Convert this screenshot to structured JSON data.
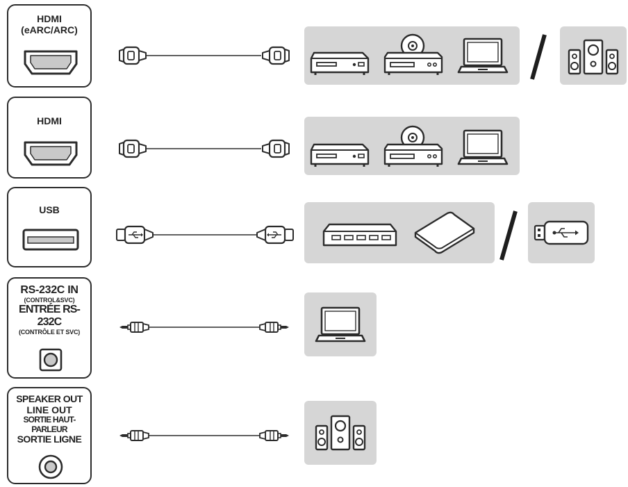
{
  "rows": [
    {
      "id": "hdmi-earc",
      "port_label": [
        "HDMI",
        "(eARC/ARC)"
      ],
      "port_type": "hdmi",
      "cable_type": "hdmi-cable",
      "devices": [
        "blu-ray-player-icon",
        "dvd-player-icon",
        "laptop-icon"
      ],
      "alt_devices": [
        "speaker-system-icon"
      ]
    },
    {
      "id": "hdmi",
      "port_label": [
        "HDMI"
      ],
      "port_type": "hdmi",
      "cable_type": "hdmi-cable",
      "devices": [
        "blu-ray-player-icon",
        "dvd-player-icon",
        "laptop-icon"
      ]
    },
    {
      "id": "usb",
      "port_label": [
        "USB"
      ],
      "port_type": "usb",
      "cable_type": "usb-cable",
      "devices": [
        "usb-hub-icon",
        "external-hard-drive-icon"
      ],
      "alt_devices": [
        "usb-flash-drive-icon"
      ]
    },
    {
      "id": "rs232c",
      "port_label": [
        "RS-232C IN",
        "(CONTROL&SVC)",
        "ENTRÉE RS-232C",
        "(CONTRÔLE ET SVC)"
      ],
      "port_type": "jack",
      "cable_type": "stereo-jack-cable",
      "devices": [
        "laptop-icon"
      ]
    },
    {
      "id": "speaker-out",
      "port_label": [
        "SPEAKER OUT",
        "LINE OUT",
        "SORTIE HAUT-PARLEUR",
        "SORTIE LIGNE"
      ],
      "port_type": "jack",
      "cable_type": "stereo-jack-cable",
      "devices": [
        "speaker-system-icon"
      ]
    }
  ],
  "colors": {
    "panel": "#d6d6d6",
    "stroke": "#2b2b2b",
    "port_fill": "#c9c9c9"
  }
}
